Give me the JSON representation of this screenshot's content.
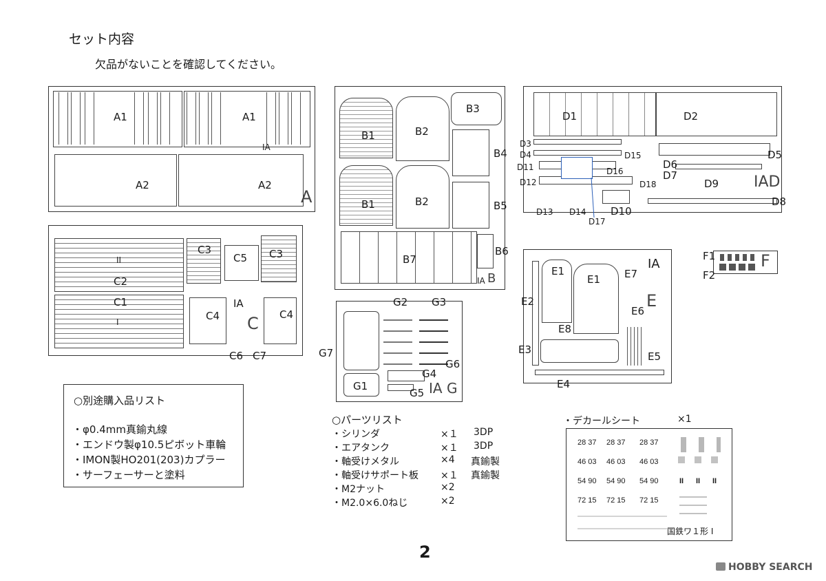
{
  "header": {
    "title": "セット内容",
    "subtitle": "欠品がないことを確認してください。"
  },
  "sheets": {
    "A": {
      "mark": "A",
      "runner_tag": "IA",
      "labels": [
        "A1",
        "A1",
        "A2",
        "A2"
      ]
    },
    "B": {
      "mark": "B",
      "runner_tag": "IA",
      "labels": [
        "B1",
        "B2",
        "B3",
        "B4",
        "B1",
        "B2",
        "B5",
        "B6",
        "B7"
      ]
    },
    "C": {
      "mark": "C",
      "runner_tag": "IA",
      "labels": [
        "C3",
        "C5",
        "C3",
        "C2",
        "C1",
        "C4",
        "C4",
        "C6",
        "C7"
      ],
      "roman": [
        "II",
        "I"
      ]
    },
    "D": {
      "mark": "IAD",
      "labels": [
        "D1",
        "D2",
        "D3",
        "D4",
        "D5",
        "D6",
        "D7",
        "D8",
        "D9",
        "D10",
        "D11",
        "D12",
        "D13",
        "D14",
        "D15",
        "D16",
        "D17",
        "D18"
      ]
    },
    "G": {
      "mark": "IA G",
      "labels": [
        "G2",
        "G3",
        "G7",
        "G6",
        "G4",
        "G1",
        "G5"
      ]
    },
    "E": {
      "mark": "E",
      "runner_tag": "IA",
      "labels": [
        "E1",
        "E1",
        "E7",
        "E2",
        "E6",
        "E8",
        "E3",
        "E5",
        "E4"
      ]
    },
    "F": {
      "mark": "F",
      "labels": [
        "F1",
        "F2"
      ]
    }
  },
  "separate_purchase": {
    "title": "○別途購入品リスト",
    "items": [
      "・φ0.4mm真鍮丸線",
      "・エンドウ製φ10.5ピボット車輪",
      "・IMON製HO201(203)カプラー",
      "・サーフェーサーと塗料"
    ]
  },
  "parts_list": {
    "title": "○パーツリスト",
    "items": [
      {
        "name": "・シリンダ",
        "qty": "×１",
        "material": "3DP"
      },
      {
        "name": "・エアタンク",
        "qty": "×１",
        "material": "3DP"
      },
      {
        "name": "・軸受けメタル",
        "qty": "×4",
        "material": "真鍮製"
      },
      {
        "name": "・軸受けサポート板",
        "qty": "×１",
        "material": "真鍮製"
      },
      {
        "name": "・M2ナット",
        "qty": "×2",
        "material": ""
      },
      {
        "name": "・M2.0×6.0ねじ",
        "qty": "×2",
        "material": ""
      }
    ]
  },
  "decal": {
    "title": "・デカールシート",
    "qty": "×1",
    "rows": [
      [
        "28 37",
        "28 37",
        "28 37"
      ],
      [
        "46 03",
        "46 03",
        "46 03"
      ],
      [
        "54 90",
        "54 90",
        "54 90"
      ],
      [
        "72 15",
        "72 15",
        "72 15"
      ]
    ],
    "marks": [
      "II",
      "II",
      "II"
    ],
    "caption": "国鉄ワ１形 I"
  },
  "footer": {
    "page_number": "2",
    "watermark": "HOBBY SEARCH"
  }
}
